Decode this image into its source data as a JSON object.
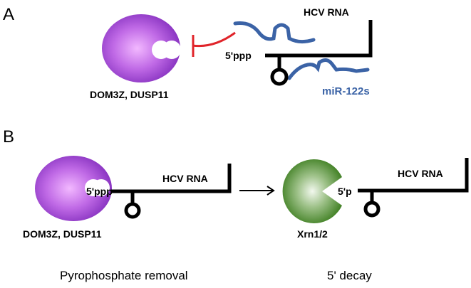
{
  "colors": {
    "dom3z_purple": "#9b3fd0",
    "xrn_green": "#4f8f2c",
    "mir_blue": "#3b63a6",
    "inhibit_red": "#e0242a",
    "ink": "#000000"
  },
  "panel_a": {
    "letter": "A",
    "enzyme_label": "DOM3Z, DUSP11",
    "rna_label": "HCV RNA",
    "cap_label": "5'ppp",
    "mir_label": "miR-122s"
  },
  "panel_b": {
    "letter": "B",
    "left": {
      "enzyme_label": "DOM3Z, DUSP11",
      "rna_label": "HCV RNA",
      "cap_label": "5'ppp",
      "caption": "Pyrophosphate removal"
    },
    "right": {
      "enzyme_label": "Xrn1/2",
      "rna_label": "HCV RNA",
      "cap_label": "5'p",
      "caption": "5' decay"
    }
  }
}
